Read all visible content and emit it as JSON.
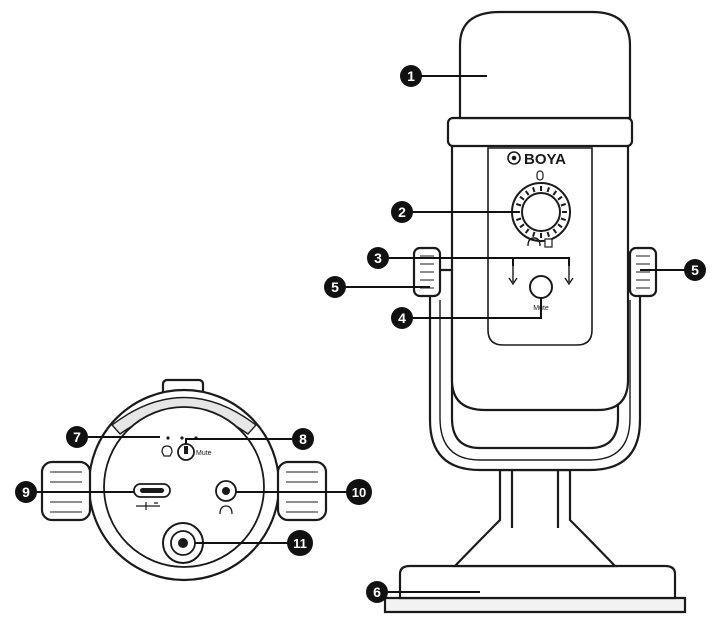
{
  "brand": "BOYA",
  "labels": {
    "mute_small": "Mute",
    "mute_button_small": "Mute"
  },
  "callouts": [
    "1",
    "2",
    "3",
    "4",
    "5",
    "5",
    "6",
    "7",
    "8",
    "9",
    "10",
    "11"
  ],
  "colors": {
    "outline": "#1a1a1a",
    "fill": "#ffffff",
    "shade": "#e6e6e6",
    "callout": "#111111",
    "callout_text": "#ffffff"
  }
}
